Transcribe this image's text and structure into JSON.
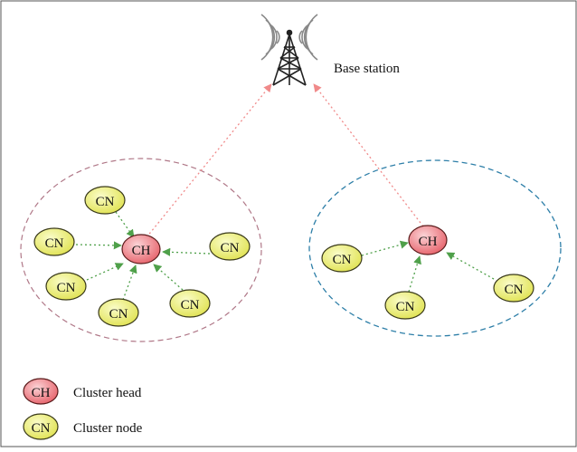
{
  "base_station": {
    "label": "Base station"
  },
  "head_label": "CH",
  "member_label": "CN",
  "legend": {
    "head": {
      "symbol": "CH",
      "label": "Cluster head"
    },
    "member": {
      "symbol": "CN",
      "label": "Cluster node"
    }
  },
  "colors": {
    "head_fill": "#e86a72",
    "member_fill": "#ecee6a",
    "node_stroke": "#3a3a1a",
    "uplink_arrow": "#f08a8a",
    "member_arrow": "#4fa04a",
    "cluster_left_border": "#b07888",
    "cluster_right_border": "#2e7fa8"
  }
}
